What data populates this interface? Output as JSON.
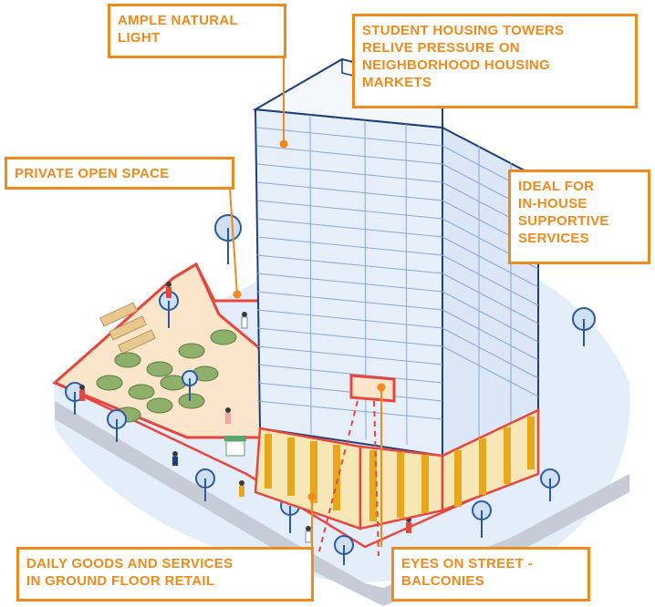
{
  "colors": {
    "accent": "#f08a1c",
    "outline_red": "#e8453c",
    "tower_glass": "#e6eef9",
    "tower_outline": "#1d3f7a",
    "plaza": "#fbe6cc",
    "ground": "#e4eefb",
    "retail_gold": "#e9a81c"
  },
  "callouts": {
    "natural_light": {
      "lines": [
        "AMPLE NATURAL",
        "LIGHT"
      ]
    },
    "student_housing": {
      "lines": [
        "STUDENT HOUSING TOWERS",
        "RELIVE PRESSURE ON",
        "NEIGHBORHOOD HOUSING",
        "MARKETS"
      ]
    },
    "private_open_space": {
      "lines": [
        "PRIVATE OPEN SPACE"
      ]
    },
    "supportive_services": {
      "lines": [
        "IDEAL FOR",
        "IN-HOUSE",
        "SUPPORTIVE",
        "SERVICES"
      ]
    },
    "ground_floor_retail": {
      "lines": [
        "DAILY GOODS AND SERVICES",
        "IN GROUND FLOOR RETAIL"
      ]
    },
    "eyes_on_street": {
      "lines": [
        "EYES ON STREET -",
        "BALCONIES"
      ]
    }
  }
}
